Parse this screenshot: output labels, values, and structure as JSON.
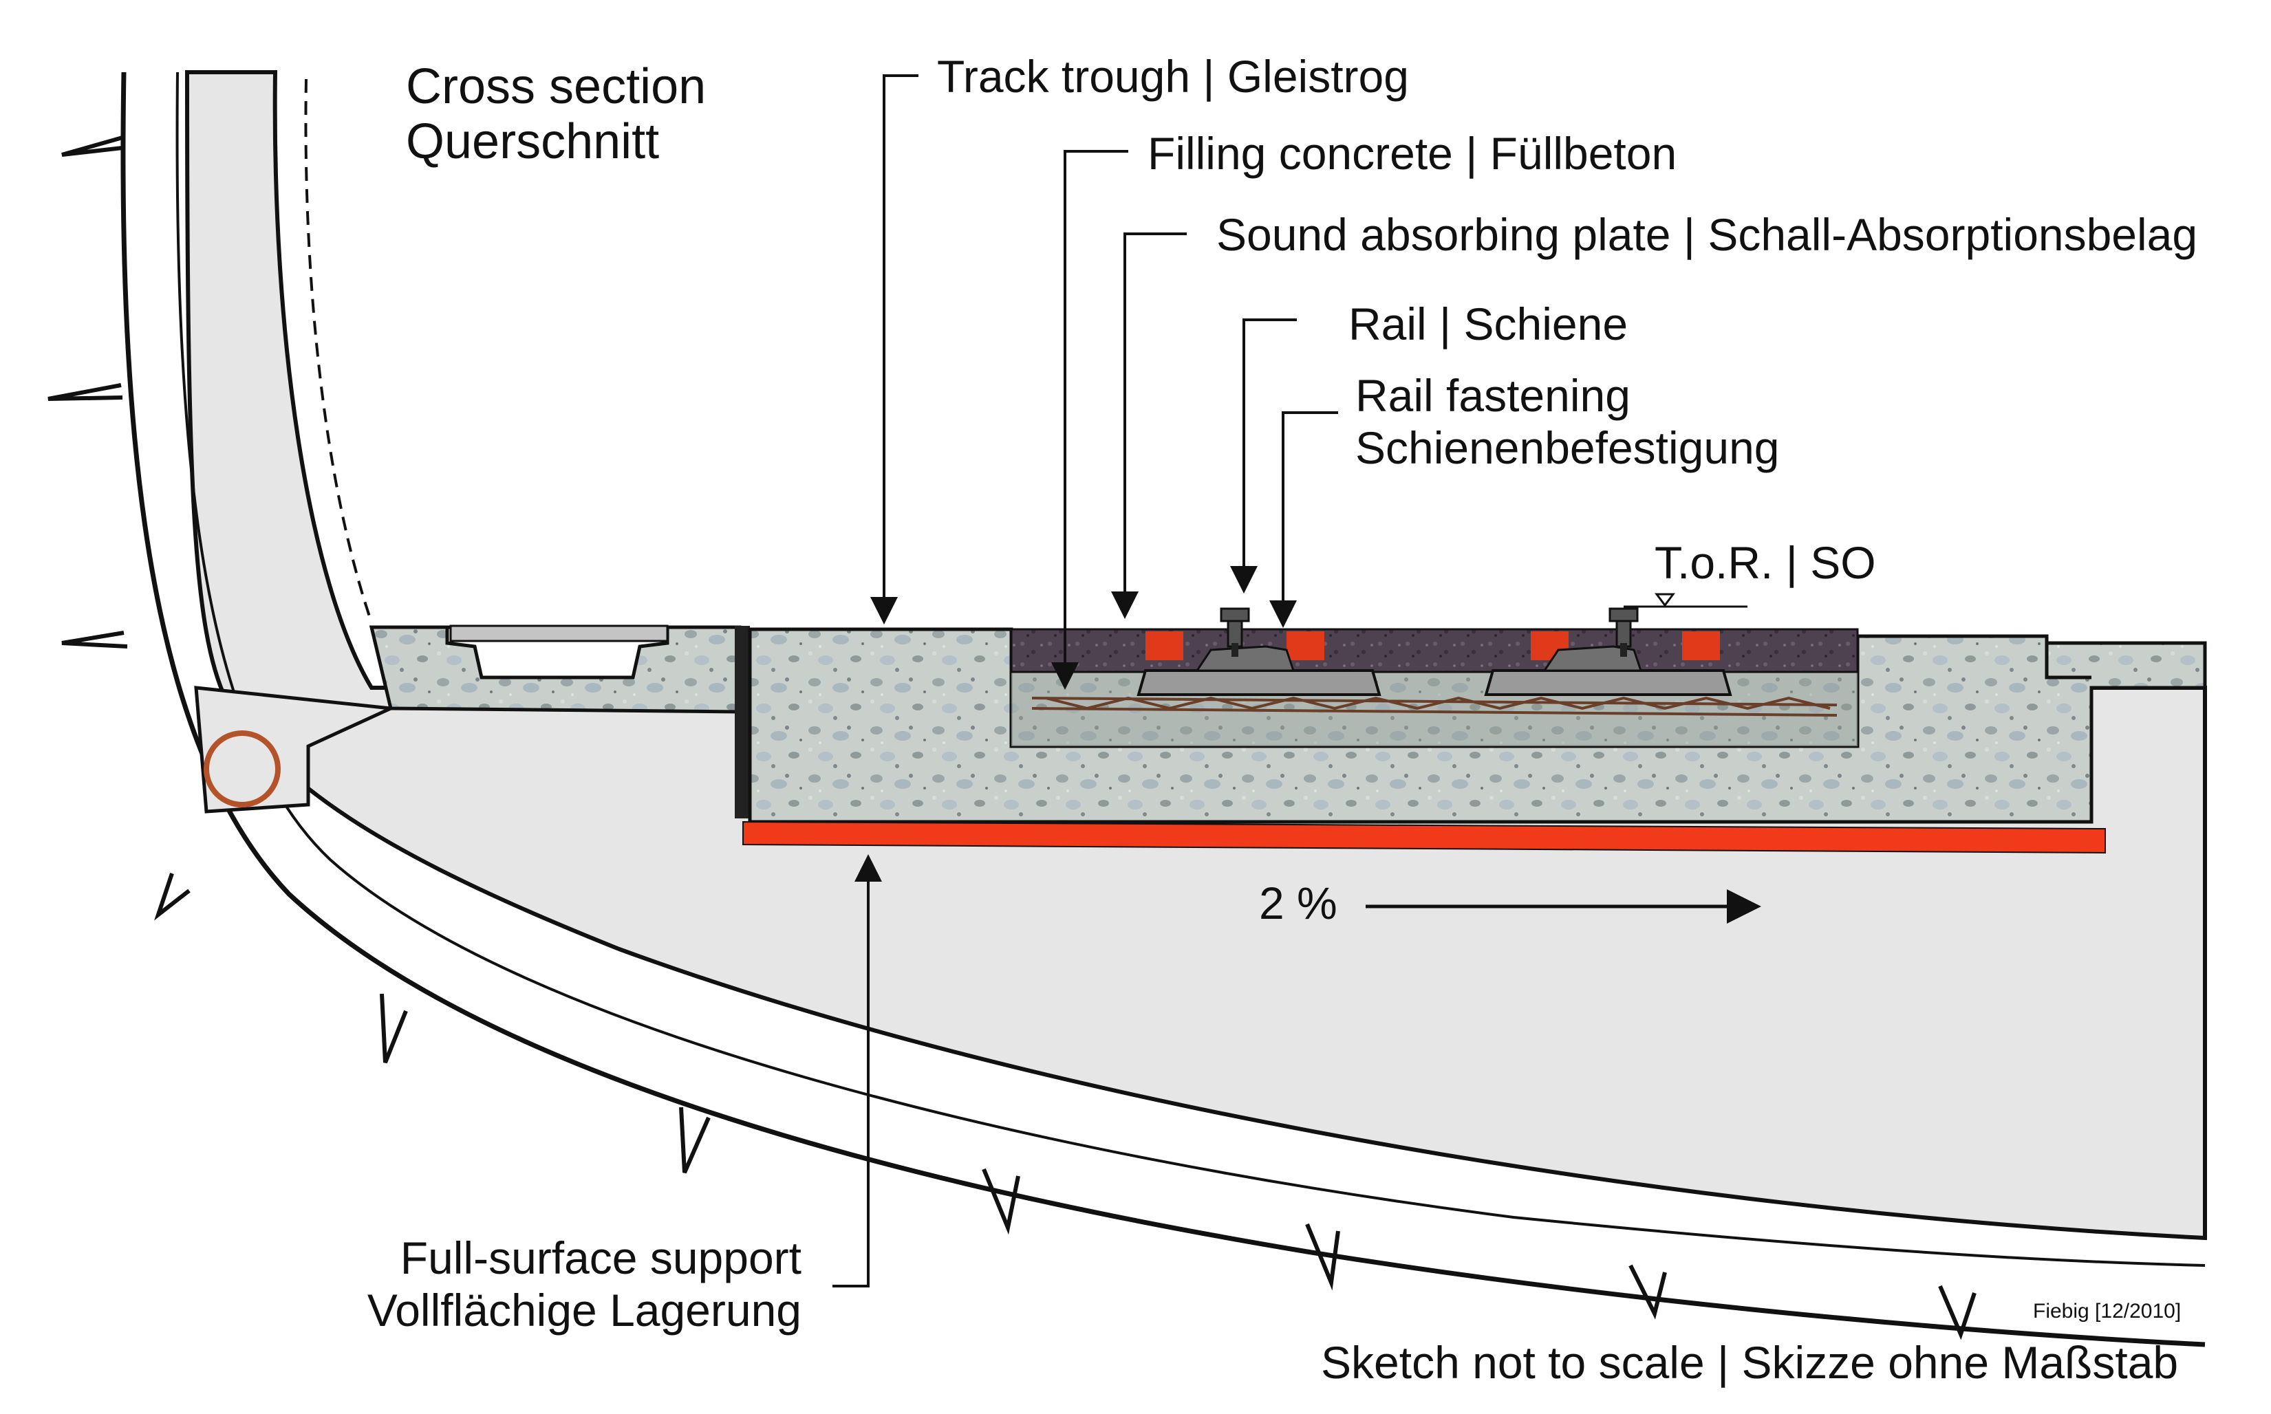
{
  "title": {
    "line1": "Cross section",
    "line2": "Querschnitt"
  },
  "labels": {
    "track_trough": "Track trough | Gleistrog",
    "filling_concrete": "Filling concrete | Füllbeton",
    "sound_absorbing_plate": "Sound absorbing plate | Schall-Absorptionsbelag",
    "rail": "Rail | Schiene",
    "rail_fastening_line1": "Rail fastening",
    "rail_fastening_line2": "Schienenbefestigung",
    "top_of_rail": "T.o.R. | SO",
    "gradient": "2 %",
    "full_surface_line1": "Full-surface support",
    "full_surface_line2": "Vollflächige Lagerung"
  },
  "footer": {
    "credit": "Fiebig [12/2010]",
    "note": "Sketch not to scale | Skizze ohne Maßstab"
  },
  "colors": {
    "tunnel_fill": "#e6e6e6",
    "concrete": "#bfc8c4",
    "sound_absorber": "#4a3d4a",
    "bearing_red": "#f03a1a",
    "drain_pipe": "#b4532a",
    "line": "#111111"
  }
}
